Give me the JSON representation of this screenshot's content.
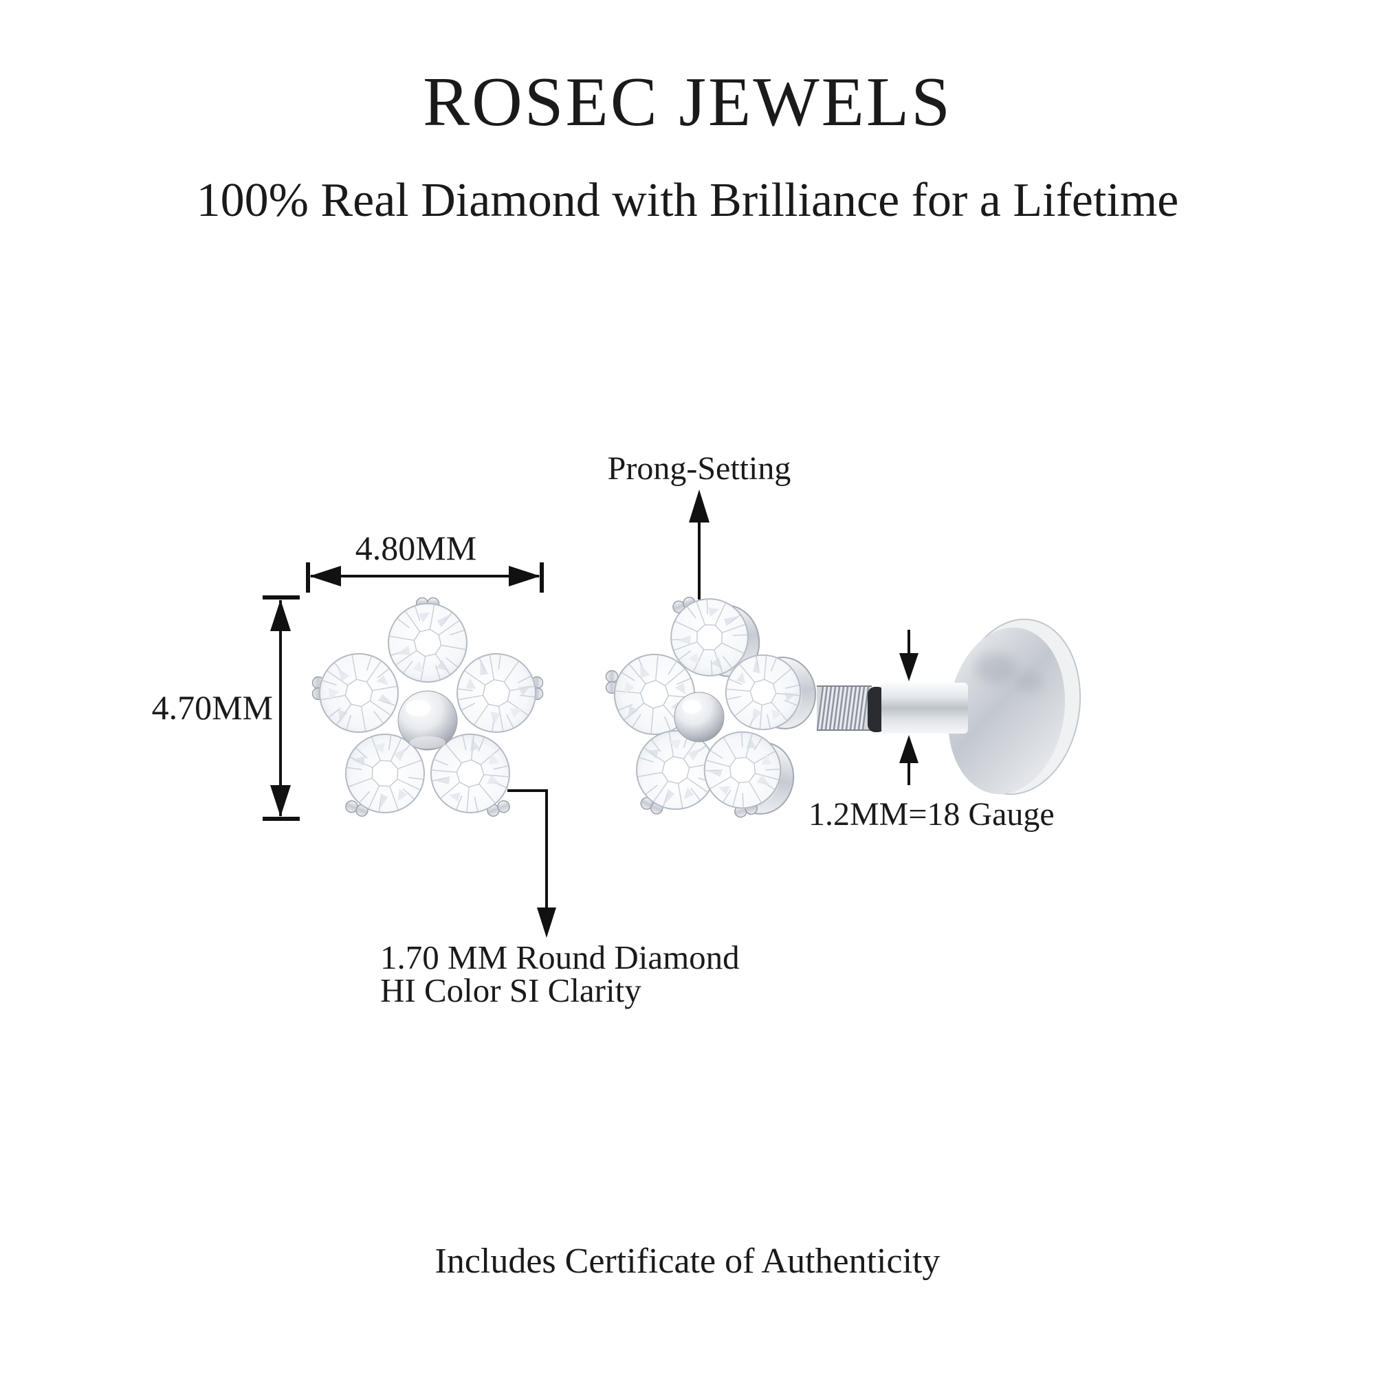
{
  "brand": {
    "title": "ROSEC JEWELS",
    "tagline": "100% Real Diamond with Brilliance for a Lifetime"
  },
  "annotations": {
    "width_label": "4.80MM",
    "height_label": "4.70MM",
    "prong_label": "Prong-Setting",
    "gauge_label": "1.2MM=18 Gauge",
    "stone_line1": "1.70 MM Round Diamond",
    "stone_line2": "HI Color SI Clarity"
  },
  "footer": {
    "note": "Includes Certificate of Authenticity"
  },
  "colors": {
    "background": "#ffffff",
    "text": "#1a1a1a",
    "annotation_line": "#111111",
    "metal_light": "#f6f7f9",
    "metal_mid": "#c9cdd4",
    "metal_dark": "#94999f",
    "stone_edge": "#b6bcc6",
    "o_ring": "#2a2c2f"
  }
}
